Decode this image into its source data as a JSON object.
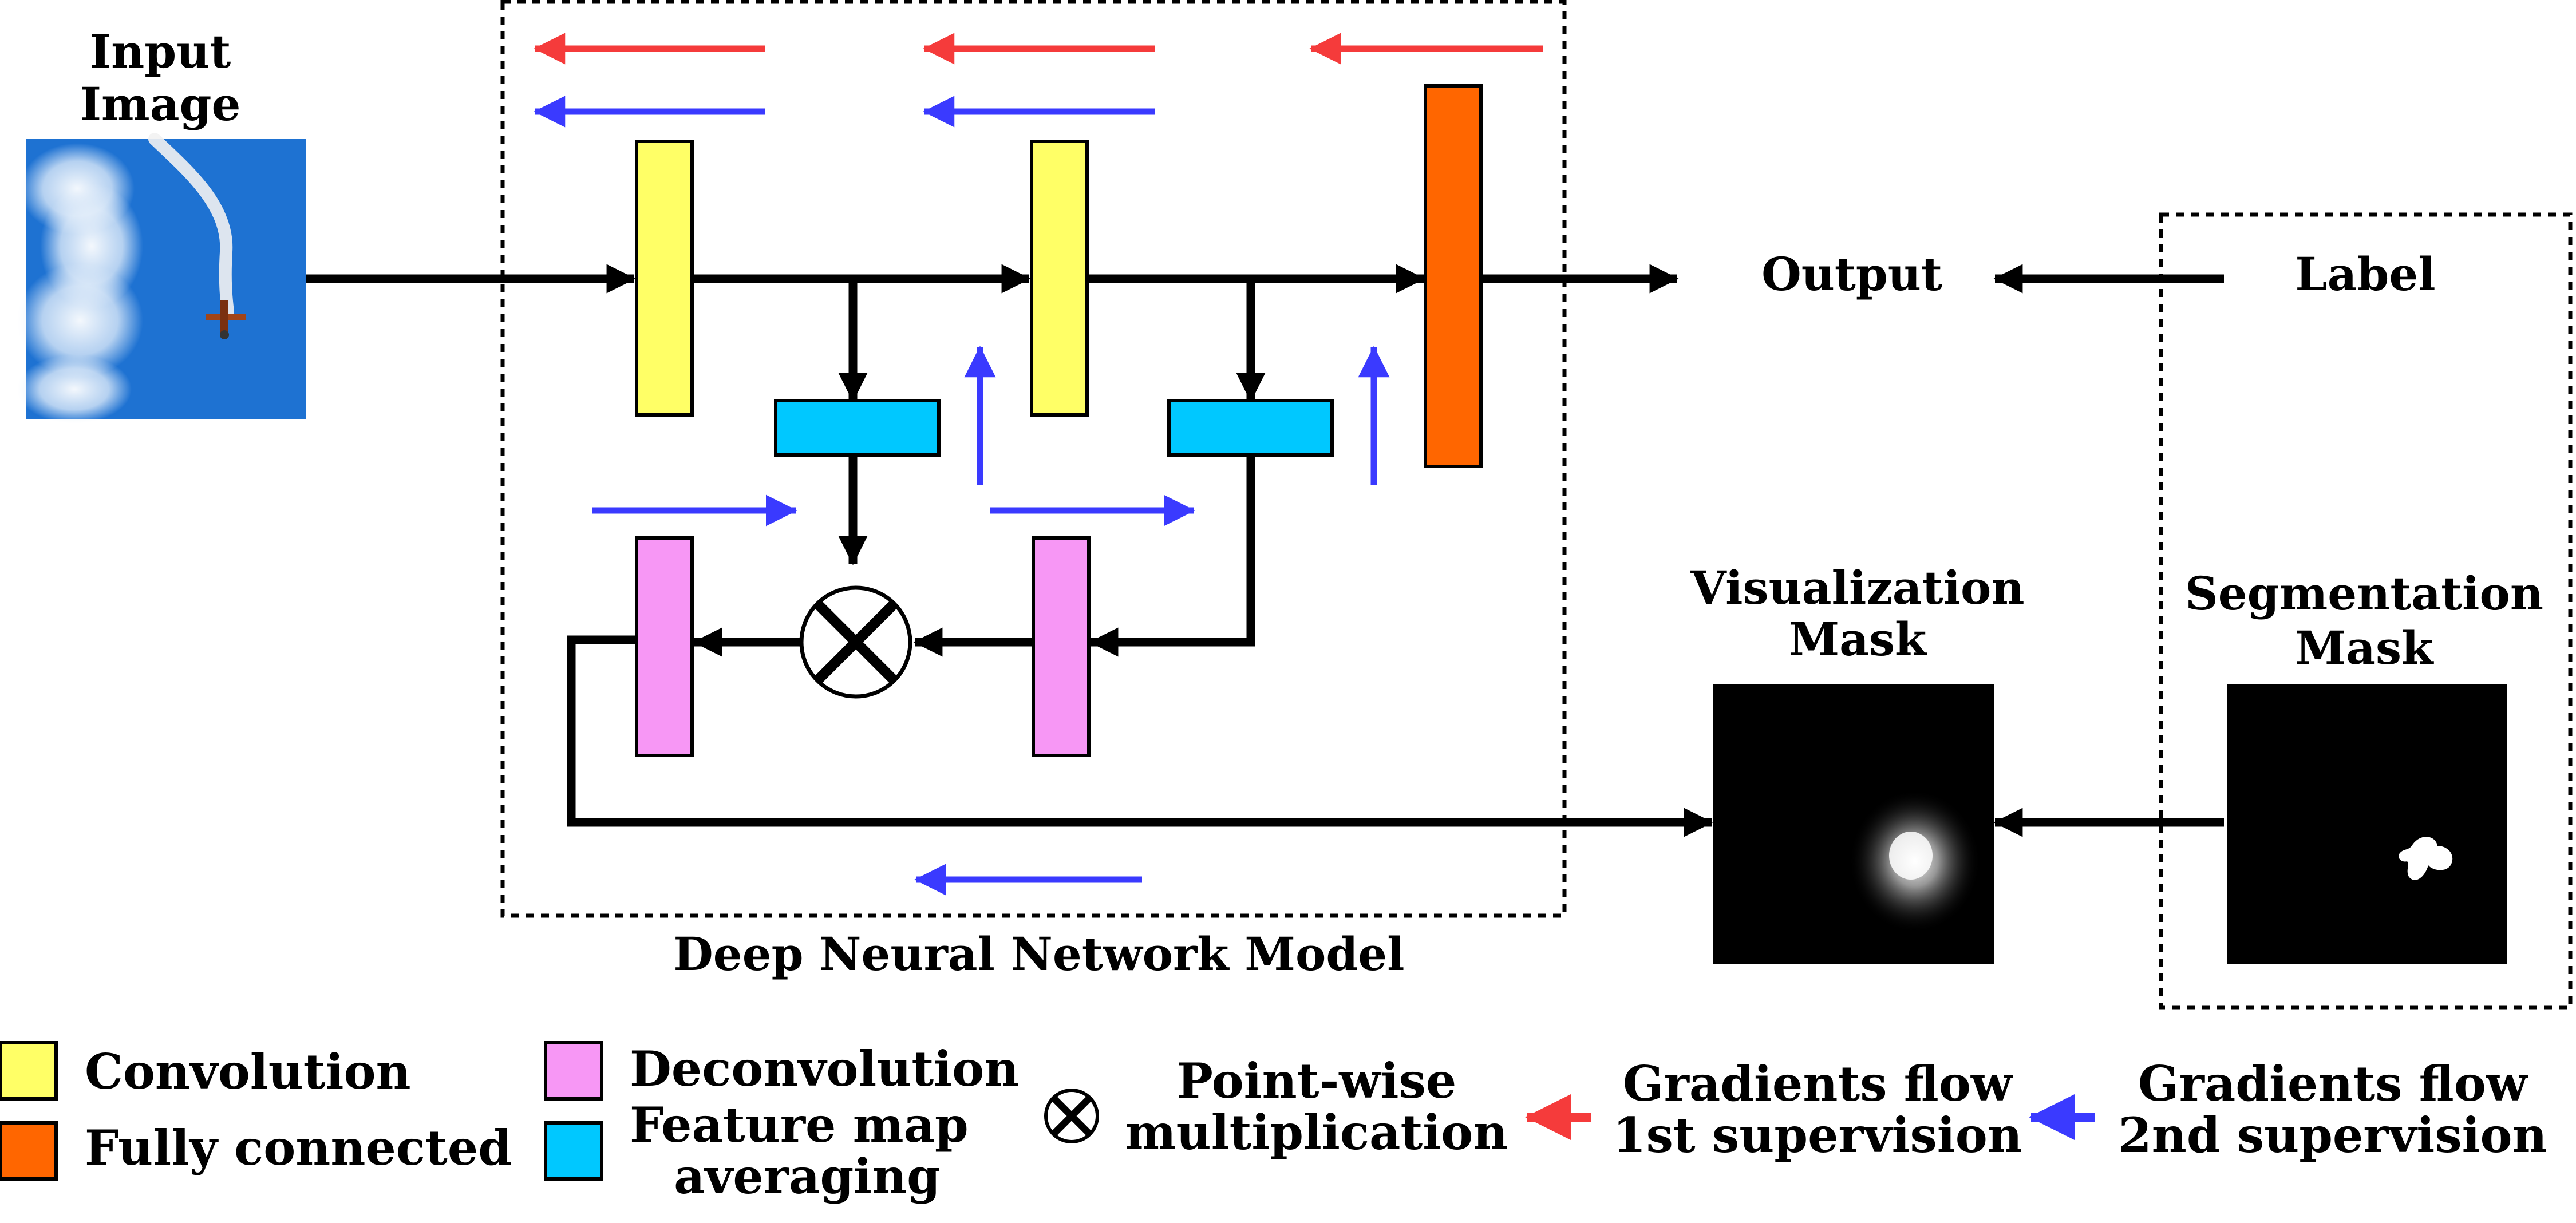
{
  "input": {
    "title_line1": "Input",
    "title_line2": "Image"
  },
  "model": {
    "caption": "Deep Neural Network Model"
  },
  "output": {
    "label": "Output"
  },
  "label_box": {
    "label": "Label"
  },
  "vis_mask": {
    "title_line1": "Visualization",
    "title_line2": "Mask"
  },
  "seg_mask": {
    "title_line1": "Segmentation",
    "title_line2": "Mask"
  },
  "legend": {
    "convolution": "Convolution",
    "fully_connected": "Fully connected",
    "deconvolution": "Deconvolution",
    "feature_map_line1": "Feature map",
    "feature_map_line2": "averaging",
    "pointwise_line1": "Point-wise",
    "pointwise_line2": "multiplication",
    "grad1_line1": "Gradients flow",
    "grad1_line2": "1st supervision",
    "grad2_line1": "Gradients flow",
    "grad2_line2": "2nd supervision"
  },
  "colors": {
    "convolution": "#ffff66",
    "fully_connected": "#ff6600",
    "deconvolution": "#f797f5",
    "feature_map_averaging": "#00c8ff",
    "gradient_1st": "#f53b3b",
    "gradient_2nd": "#3a3aff",
    "sky": "#1e72d2"
  }
}
